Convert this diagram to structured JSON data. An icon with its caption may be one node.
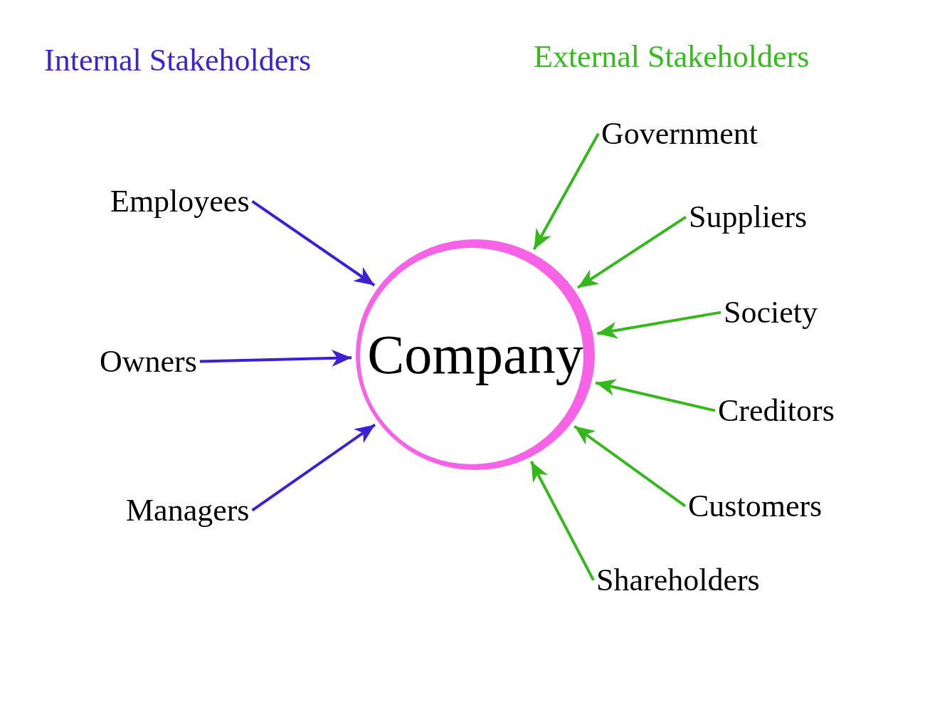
{
  "diagram": {
    "nodes": [
      {
        "text": [
          "Company"
        ]
      },
      {
        "text": [
          "Employees"
        ]
      },
      {
        "text": [
          "Owners"
        ]
      },
      {
        "text": [
          "Managers"
        ]
      },
      {
        "text": [
          "Government"
        ]
      },
      {
        "text": [
          "Suppliers"
        ]
      },
      {
        "text": [
          "Society"
        ]
      },
      {
        "text": [
          "Creditors"
        ]
      },
      {
        "text": [
          "Customers"
        ]
      },
      {
        "text": [
          "Shareholders"
        ]
      }
    ],
    "edges": [
      {
        "from": 1,
        "to": 0,
        "arrow": "to",
        "color": "#3b20d6"
      },
      {
        "from": 2,
        "to": 0,
        "arrow": "to",
        "color": "#3b20d6"
      },
      {
        "from": 3,
        "to": 0,
        "arrow": "to",
        "color": "#3b20d6"
      },
      {
        "from": 4,
        "to": 0,
        "arrow": "to"
      },
      {
        "from": 5,
        "to": 0,
        "arrow": "to"
      },
      {
        "from": 6,
        "to": 0,
        "arrow": "to"
      },
      {
        "from": 7,
        "to": 0,
        "arrow": "to"
      },
      {
        "from": 8,
        "to": 0,
        "arrow": "to"
      },
      {
        "from": 9,
        "to": 0,
        "arrow": "to"
      }
    ],
    "labels": [
      "Internal Stakeholders",
      "External Stakeholders"
    ]
  }
}
